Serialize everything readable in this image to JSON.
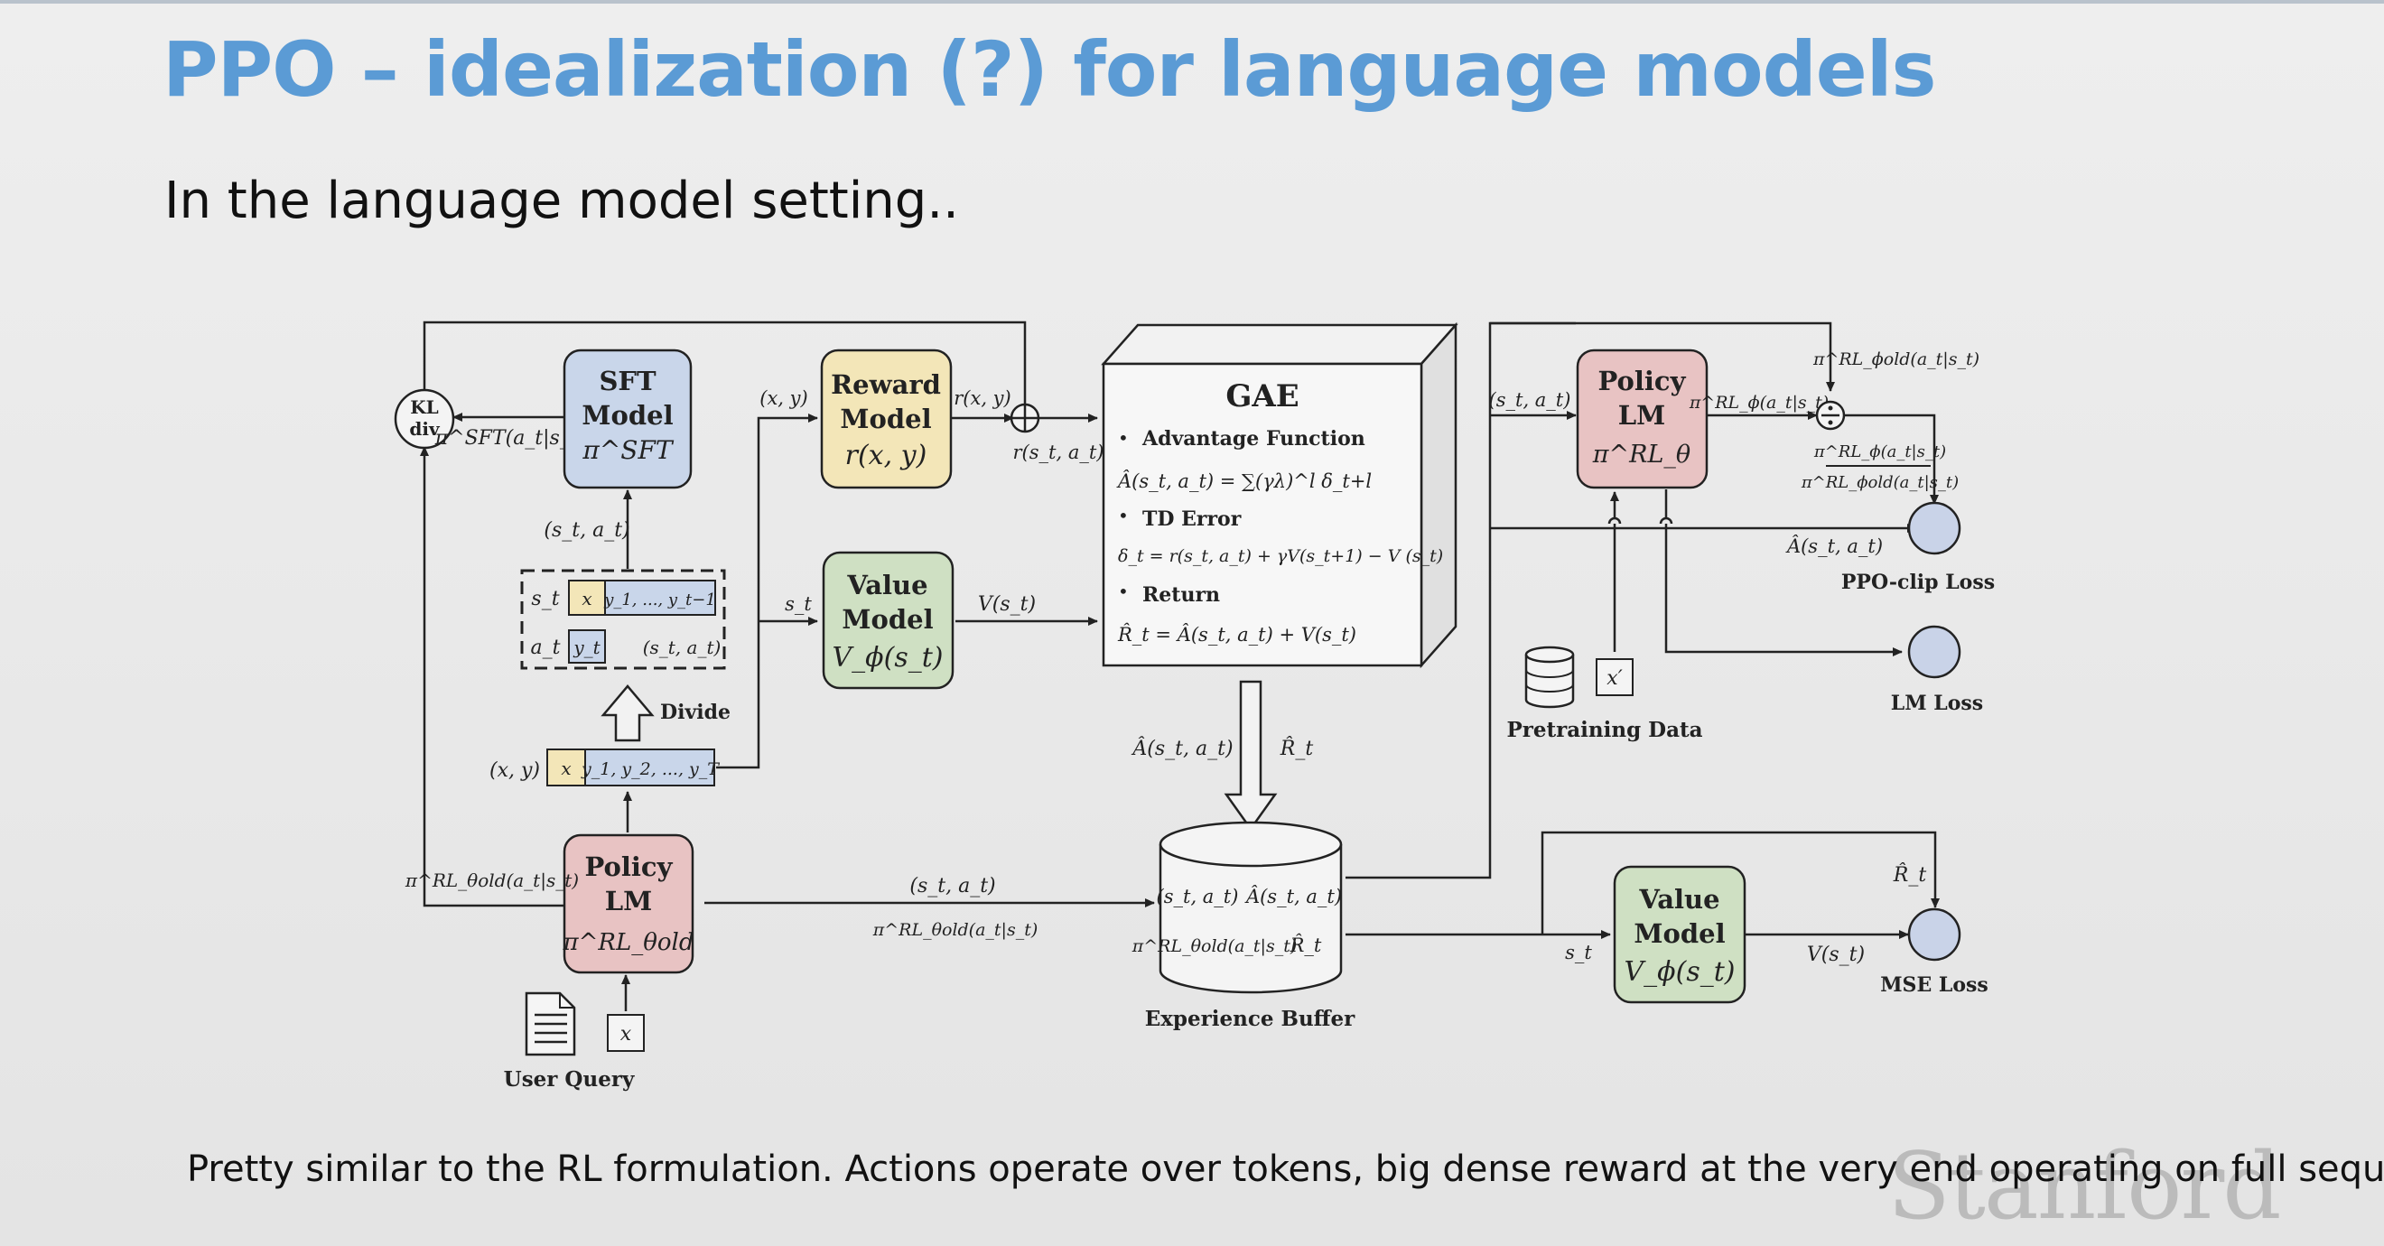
{
  "slide": {
    "title": "PPO – idealization (?) for language models",
    "subtitle": "In the language model setting..",
    "caption": "Pretty similar to the RL formulation. Actions operate over tokens, big dense reward at the very end operating on full sequence",
    "watermark": "Stanford"
  },
  "colors": {
    "title": "#5b9bd5",
    "sft_fill": "#c9d6ea",
    "reward_fill": "#f3e6b8",
    "value_fill": "#cfe0c3",
    "policy_fill": "#e8c3c3",
    "loss_fill": "#c9d3e8"
  },
  "diagram": {
    "kl": {
      "line1": "KL",
      "line2": "div"
    },
    "pi_sft": "π^SFT(a_t|s_t)",
    "sft_model": {
      "line1": "SFT",
      "line2": "Model",
      "line3": "π^SFT"
    },
    "reward_model": {
      "line1": "Reward",
      "line2": "Model",
      "line3": "r(x, y)"
    },
    "value_model_top": {
      "line1": "Value",
      "line2": "Model",
      "line3": "V_ϕ(s_t)"
    },
    "policy_old": {
      "line1": "Policy",
      "line2": "LM",
      "line3": "π^RL_θold"
    },
    "policy_new": {
      "line1": "Policy",
      "line2": "LM",
      "line3": "π^RL_θ"
    },
    "value_model_bottom": {
      "line1": "Value",
      "line2": "Model",
      "line3": "V_ϕ(s_t)"
    },
    "labels": {
      "xy_top": "(x, y)",
      "rxy": "r(x, y)",
      "r_sa": "r(s_t, a_t)",
      "st_at_sft": "(s_t, a_t)",
      "st_mid": "s_t",
      "v_st_top": "V(s_t)",
      "xy_bottom": "(x, y)",
      "pi_old_left": "π^RL_θold(a_t|s_t)",
      "st_at_mid": "(s_t, a_t)",
      "pi_old_mid": "π^RL_θold(a_t|s_t)",
      "adv_label": "Â(s_t, a_t)",
      "rhat_label": "R̂_t",
      "st_at_right": "(s_t, a_t)",
      "pi_new": "π^RL_ϕ(a_t|s_t)",
      "pi_old_top": "π^RL_ϕold(a_t|s_t)",
      "ratio_num": "π^RL_ϕ(a_t|s_t)",
      "ratio_den": "π^RL_ϕold(a_t|s_t)",
      "adv_right": "Â(s_t, a_t)",
      "rhat_bottom": "R̂_t",
      "st_bottom": "s_t",
      "v_st_bottom": "V(s_t)"
    },
    "divide_box": {
      "row1_label": "s_t",
      "row1_x": "x",
      "row1_seq": "y_1, ..., y_t−1",
      "row2_label": "a_t",
      "row2_y": "y_t",
      "row2_pair": "(s_t, a_t)",
      "divide": "Divide"
    },
    "seq_box": {
      "x": "x",
      "seq": "y_1, y_2, ..., y_T"
    },
    "user_query": {
      "x": "x",
      "label": "User Query"
    },
    "gae": {
      "title": "GAE",
      "b1": "Advantage Function",
      "f1": "Â(s_t, a_t) = ∑(γλ)^l δ_t+l",
      "b2": "TD Error",
      "f2": "δ_t = r(s_t, a_t) + γV(s_t+1) − V (s_t)",
      "b3": "Return",
      "f3": "R̂_t = Â(s_t, a_t) + V(s_t)"
    },
    "buffer": {
      "c1": "(s_t, a_t)",
      "c2": "Â(s_t, a_t)",
      "c3": "π^RL_θold(a_t|s_t)",
      "c4": "R̂_t",
      "label": "Experience Buffer"
    },
    "pretraining": {
      "x": "x′",
      "label": "Pretraining Data"
    },
    "losses": {
      "ppo": "PPO-clip Loss",
      "lm": "LM Loss",
      "mse": "MSE Loss"
    }
  }
}
